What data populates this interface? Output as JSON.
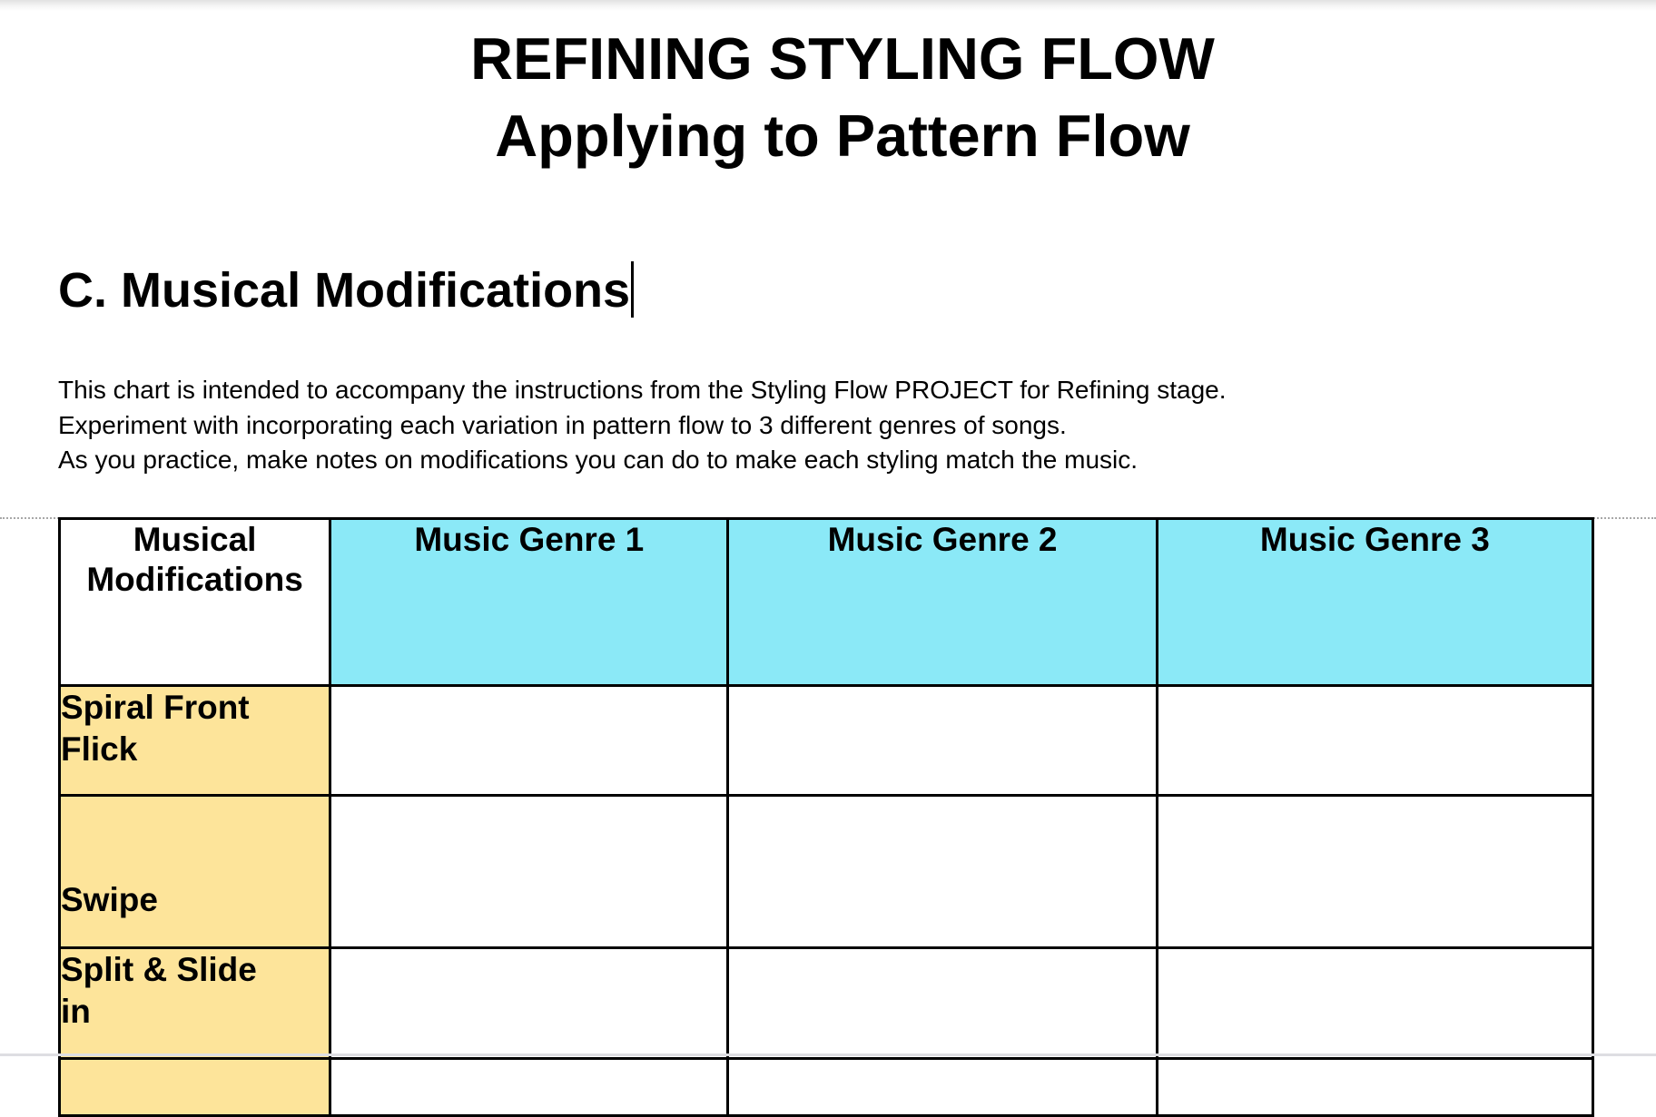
{
  "document": {
    "title_line1": "REFINING STYLING FLOW",
    "title_line2": "Applying to Pattern Flow",
    "section_heading": "C. Musical Modifications",
    "intro_lines": [
      "This chart is intended to accompany the instructions from the Styling Flow PROJECT for Refining stage.",
      "Experiment with incorporating each variation in pattern flow to 3 different genres of songs.",
      "As you practice, make notes on modifications you can do to make each styling match the music."
    ]
  },
  "table": {
    "corner_header_line1": "Musical",
    "corner_header_line2": "Modifications",
    "columns": [
      "Music Genre 1",
      "Music Genre 2",
      "Music Genre 3"
    ],
    "rows": [
      {
        "label_line1": "Spiral Front",
        "label_line2": "Flick",
        "cells": [
          "",
          "",
          ""
        ]
      },
      {
        "label_line1": "Swipe",
        "label_line2": "",
        "cells": [
          "",
          "",
          ""
        ]
      },
      {
        "label_line1": "Split & Slide",
        "label_line2": "in",
        "cells": [
          "",
          "",
          ""
        ]
      },
      {
        "label_line1": "",
        "label_line2": "",
        "cells": [
          "",
          "",
          ""
        ]
      }
    ],
    "colors": {
      "header_bg": "#8be9f7",
      "label_bg": "#fde49a",
      "border": "#000000"
    }
  }
}
